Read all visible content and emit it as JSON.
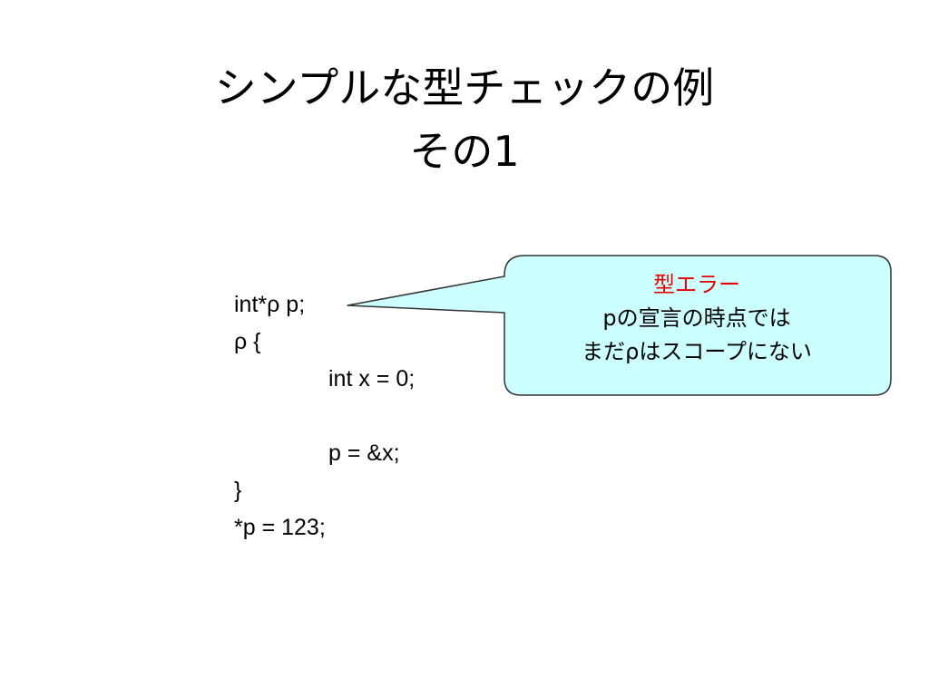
{
  "slide": {
    "title": {
      "line1": "シンプルな型チェックの例",
      "line2": "その1"
    },
    "code": {
      "lines": [
        "int*ρ p;",
        "ρ {",
        "int x = 0;",
        "",
        "p = &x;",
        "}",
        "*p = 123;"
      ]
    },
    "callout": {
      "heading": "型エラー",
      "line1": "pの宣言の時点では",
      "line2": "まだρはスコープにない",
      "fill_color": "#ccffff",
      "border_color": "#333333",
      "heading_color": "#e60000"
    }
  }
}
